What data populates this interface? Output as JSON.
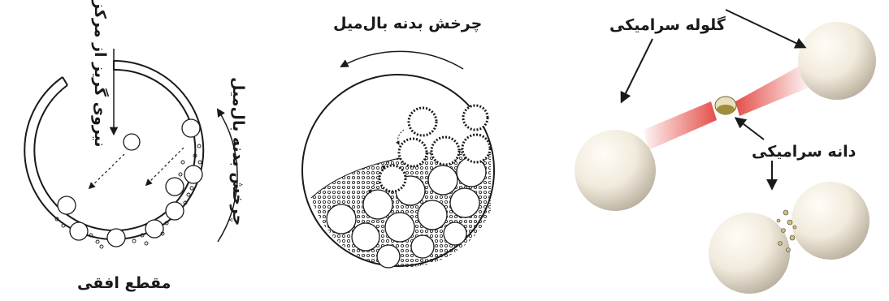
{
  "panels": {
    "horizontal_section": {
      "caption": "مقطع افقی",
      "centrifugal_label": "نیروی گریز از مرکز",
      "rotation_label": "چرخش بدنه بال‌میل"
    },
    "ball_mill": {
      "rotation_label": "چرخش بدنه بال‌میل"
    },
    "impact": {
      "ball_label": "گلوله سرامیکی",
      "grain_label": "دانه سرامیکی"
    }
  },
  "colors": {
    "ink": "#1a1a1a",
    "ball_light": "#f6f1e6",
    "ball_shadow": "#c7bfae",
    "impact_red": "#e0302a",
    "grain": "#c9c08a"
  }
}
